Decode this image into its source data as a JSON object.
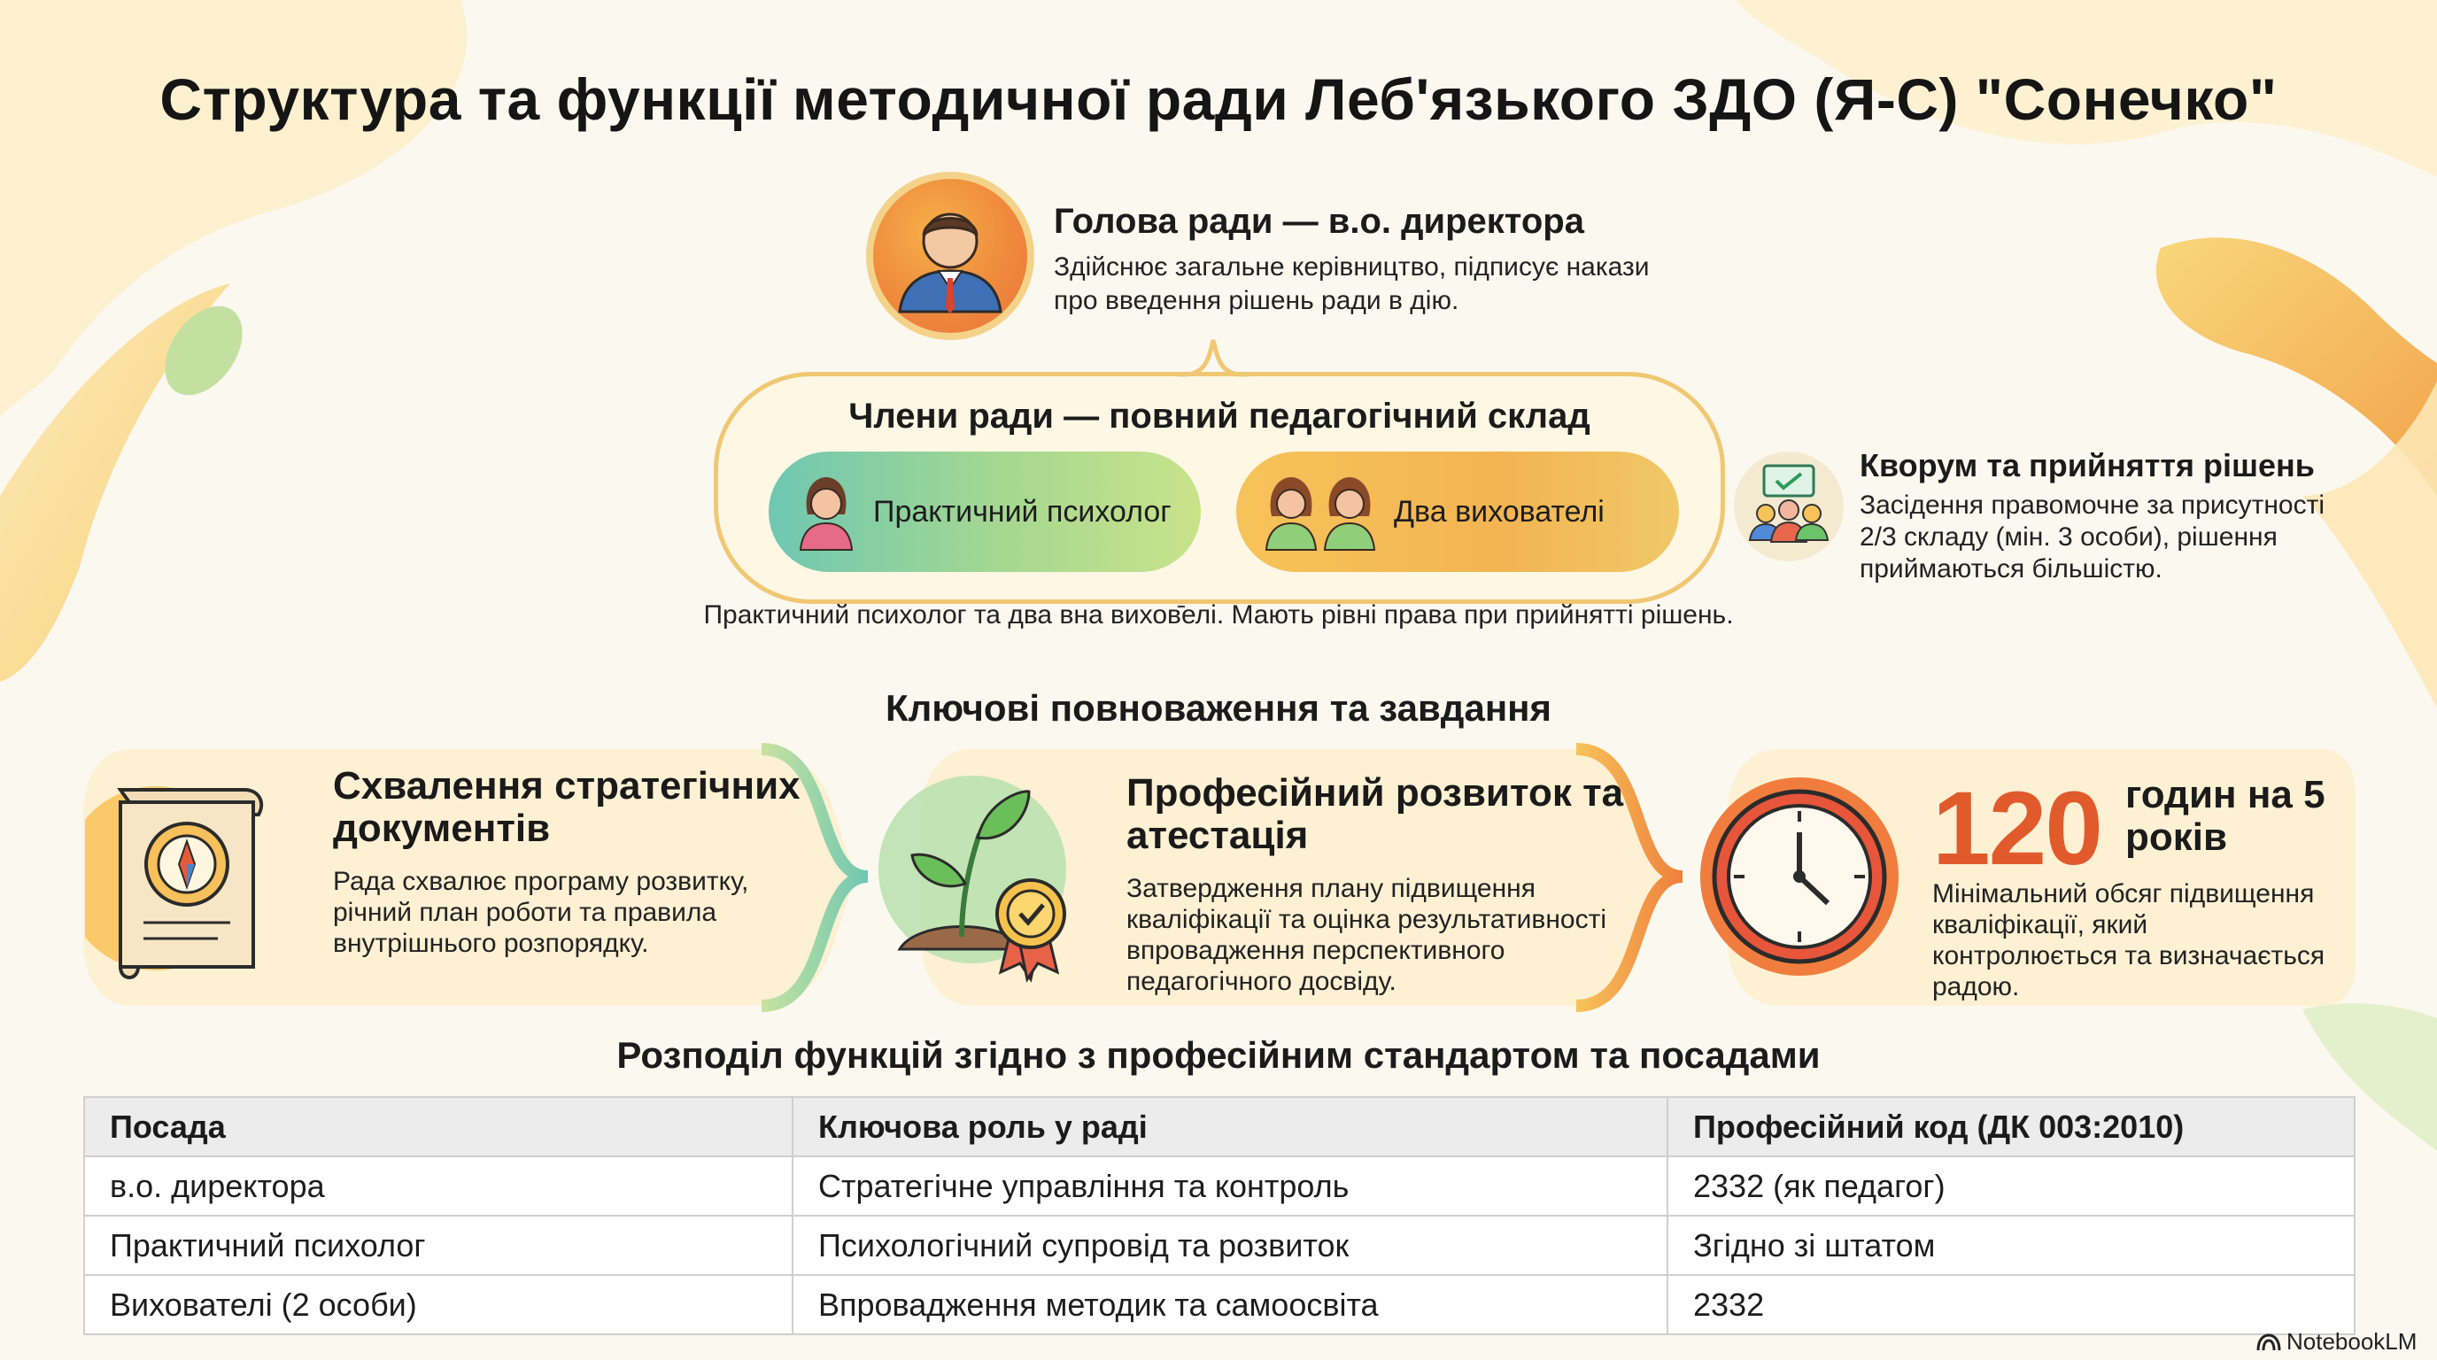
{
  "page": {
    "title": "Структура та функції методичної ради Леб'язького ЗДО (Я-С) \"Сонечко\""
  },
  "head": {
    "title": "Голова ради — в.о. директора",
    "description": "Здійснює загальне керівництво, підписує накази про введення рішень ради в дію.",
    "icon": "person-suit-icon"
  },
  "members": {
    "title": "Члени ради — повний педагогічний склад",
    "pills": [
      {
        "label": "Практичний психолог",
        "icon": "woman-icon"
      },
      {
        "label": "Два вихователі",
        "icon": "two-women-icon"
      }
    ],
    "note": "Практичний психолог та два вна вихов̄елі. Мають рівні права при прийнятті рішень."
  },
  "quorum": {
    "title": "Кворум та прийняття рішень",
    "description": "Засідення правомочне за присутності 2/3 складу (мін. 3 особи), рішення приймаються більшістю.",
    "icon": "group-vote-icon"
  },
  "powers": {
    "heading": "Ключові повноваження та завдання",
    "cards": [
      {
        "title": "Схвалення стратегічних документів",
        "description": "Рада схвалює програму розвитку, річний план роботи та правила внутрішнього розпорядку.",
        "icon": "scroll-compass-icon"
      },
      {
        "title": "Професійний розвиток та атестація",
        "description": "Затвердження плану підвищення кваліфікації та оцінка результативності впровадження перспективного педагогічного досвіду.",
        "icon": "sprout-badge-icon"
      },
      {
        "number": "120",
        "title": "годин на 5 років",
        "description": "Мінімальний обсяг підвищення кваліфікації, який контролюється та визначається радою.",
        "icon": "clock-icon"
      }
    ]
  },
  "distribution": {
    "heading": "Розподіл функцій згідно з професійним стандартом та посадами",
    "columns": [
      "Посада",
      "Ключова роль у раді",
      "Професійний код (ДК 003:2010)"
    ],
    "rows": [
      [
        "в.о. директора",
        "Стратегічне управління та контроль",
        "2332 (як педагог)"
      ],
      [
        "Практичний психолог",
        "Психологічний супровід та розвиток",
        "Згідно зі штатом"
      ],
      [
        "Вихователі (2 особи)",
        "Впровадження методик та самоосвіта",
        "2332"
      ]
    ]
  },
  "brand": {
    "label": "NotebookLM",
    "icon": "notebooklm-logo-icon"
  },
  "colors": {
    "accent_orange": "#e15a2c",
    "warm_yellow": "#f4c15a",
    "teal": "#6fc7b2",
    "green": "#a6d890",
    "background": "#fbf8f0"
  }
}
